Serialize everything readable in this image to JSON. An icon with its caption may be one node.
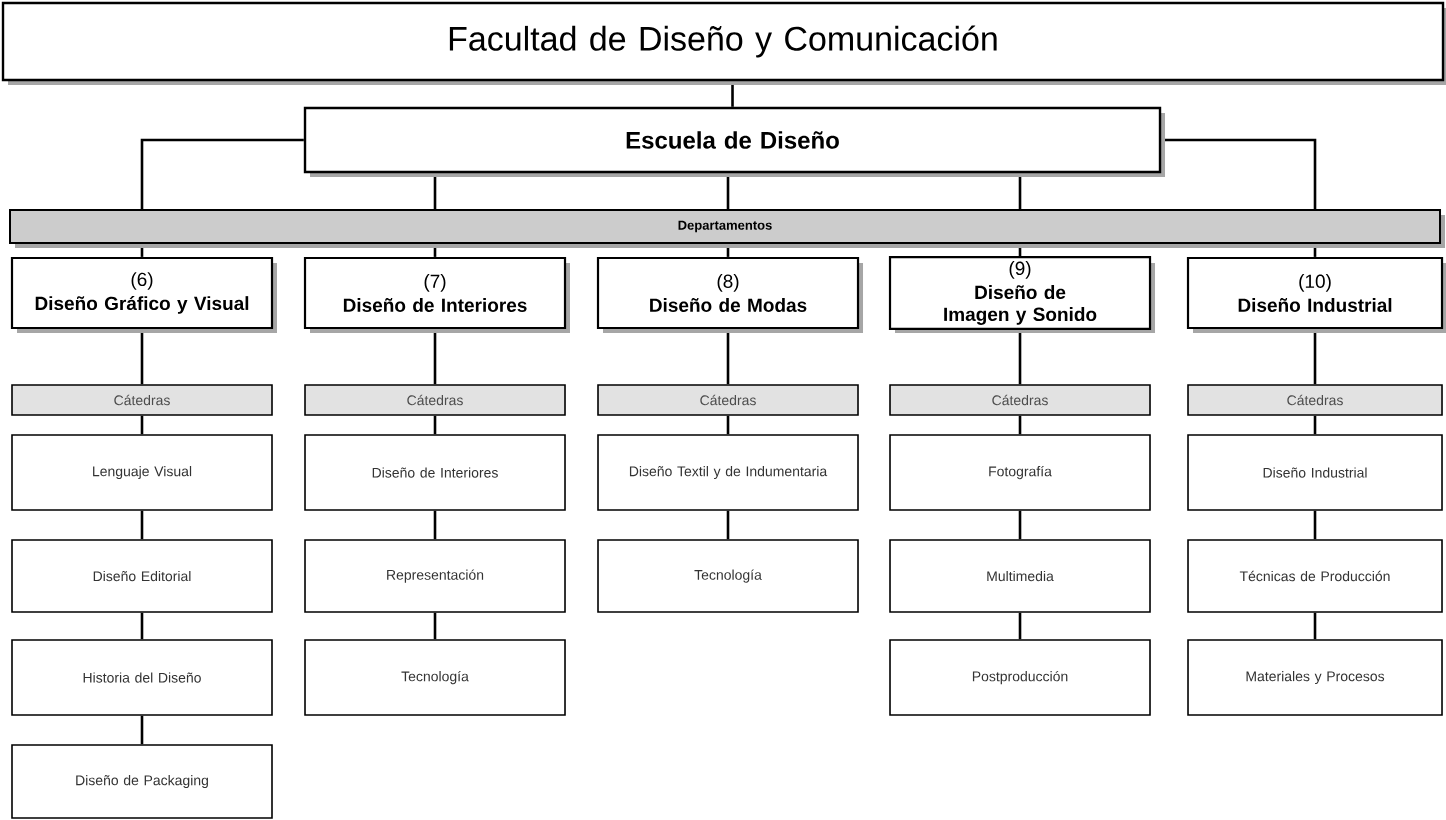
{
  "diagram": {
    "nodes": [
      {
        "text": [
          "Facultad de Diseño y Comunicación"
        ]
      },
      {
        "text": [
          "Escuela de Diseño"
        ]
      },
      {
        "text": [
          "Departamentos"
        ]
      },
      {
        "text": [
          "(6)",
          "Diseño Gráfico y Visual"
        ]
      },
      {
        "text": [
          "Cátedras"
        ]
      },
      {
        "text": [
          "Lenguaje Visual"
        ]
      },
      {
        "text": [
          "Diseño Editorial"
        ]
      },
      {
        "text": [
          "Historia del Diseño"
        ]
      },
      {
        "text": [
          "Diseño de Packaging"
        ]
      },
      {
        "text": [
          "(7)",
          "Diseño de Interiores"
        ]
      },
      {
        "text": [
          "Cátedras"
        ]
      },
      {
        "text": [
          "Diseño de Interiores"
        ]
      },
      {
        "text": [
          "Representación"
        ]
      },
      {
        "text": [
          "Tecnología"
        ]
      },
      {
        "text": [
          "(8)",
          "Diseño de Modas"
        ]
      },
      {
        "text": [
          "Cátedras"
        ]
      },
      {
        "text": [
          "Diseño Textil y de Indumentaria"
        ]
      },
      {
        "text": [
          "Tecnología"
        ]
      },
      {
        "text": [
          "(9)",
          "Diseño de Imagen y Sonido"
        ]
      },
      {
        "text": [
          "Cátedras"
        ]
      },
      {
        "text": [
          "Fotografía"
        ]
      },
      {
        "text": [
          "Multimedia"
        ]
      },
      {
        "text": [
          "Postproducción"
        ]
      },
      {
        "text": [
          "(10)",
          "Diseño Industrial"
        ]
      },
      {
        "text": [
          "Cátedras"
        ]
      },
      {
        "text": [
          "Diseño Industrial"
        ]
      },
      {
        "text": [
          "Técnicas de Producción"
        ]
      },
      {
        "text": [
          "Materiales y Procesos"
        ]
      }
    ],
    "edges": [
      {
        "from": 0,
        "to": 1,
        "arrow": "none"
      },
      {
        "from": 1,
        "to": 2,
        "arrow": "none"
      },
      {
        "from": 2,
        "to": 3,
        "arrow": "none"
      },
      {
        "from": 2,
        "to": 9,
        "arrow": "none"
      },
      {
        "from": 2,
        "to": 14,
        "arrow": "none"
      },
      {
        "from": 2,
        "to": 18,
        "arrow": "none"
      },
      {
        "from": 2,
        "to": 23,
        "arrow": "none"
      },
      {
        "from": 3,
        "to": 4,
        "arrow": "none"
      },
      {
        "from": 4,
        "to": 5,
        "arrow": "none"
      },
      {
        "from": 5,
        "to": 6,
        "arrow": "none"
      },
      {
        "from": 6,
        "to": 7,
        "arrow": "none"
      },
      {
        "from": 7,
        "to": 8,
        "arrow": "none"
      },
      {
        "from": 9,
        "to": 10,
        "arrow": "none"
      },
      {
        "from": 10,
        "to": 11,
        "arrow": "none"
      },
      {
        "from": 11,
        "to": 12,
        "arrow": "none"
      },
      {
        "from": 12,
        "to": 13,
        "arrow": "none"
      },
      {
        "from": 14,
        "to": 15,
        "arrow": "none"
      },
      {
        "from": 15,
        "to": 16,
        "arrow": "none"
      },
      {
        "from": 16,
        "to": 17,
        "arrow": "none"
      },
      {
        "from": 18,
        "to": 19,
        "arrow": "none"
      },
      {
        "from": 19,
        "to": 20,
        "arrow": "none"
      },
      {
        "from": 20,
        "to": 21,
        "arrow": "none"
      },
      {
        "from": 21,
        "to": 22,
        "arrow": "none"
      },
      {
        "from": 23,
        "to": 24,
        "arrow": "none"
      },
      {
        "from": 24,
        "to": 25,
        "arrow": "none"
      },
      {
        "from": 25,
        "to": 26,
        "arrow": "none"
      },
      {
        "from": 26,
        "to": 27,
        "arrow": "none"
      }
    ]
  }
}
